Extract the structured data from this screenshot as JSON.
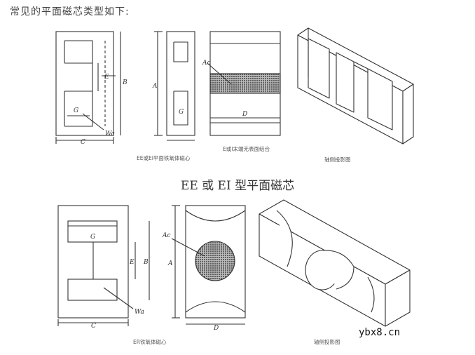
{
  "page_heading": "常见的平面磁芯类型如下:",
  "section_title_ee_ei": "EE 或 EI 型平面磁芯",
  "watermark": "ybx8.cn",
  "captions": {
    "ee_ei_ferrite": "EE或EI平面铁氧体磁心",
    "ee_ei_cross_section": "E或I末端无表面结合",
    "ee_ei_isometric": "轴侧投影图",
    "er_ferrite": "ER铁氧体磁心",
    "er_isometric": "轴侧投影图"
  },
  "dimension_labels": {
    "C": "C",
    "E": "E",
    "B": "B",
    "A": "A",
    "G": "G",
    "D": "D",
    "Wa": "Wa",
    "Ac": "Ac"
  },
  "colors": {
    "line": "#333333",
    "hatch": "#555555",
    "background": "#ffffff"
  }
}
